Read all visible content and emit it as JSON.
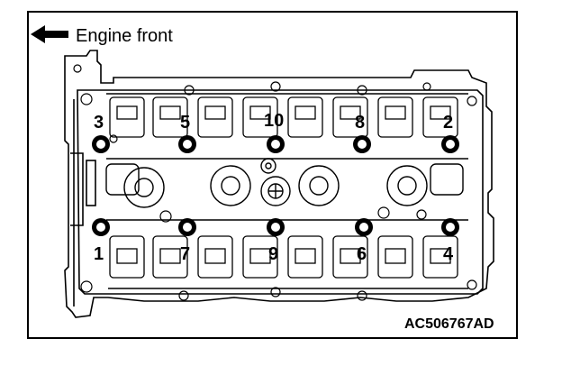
{
  "direction_label": "Engine front",
  "figure_code": "AC506767AD",
  "bolt_numbers": [
    "1",
    "2",
    "3",
    "4",
    "5",
    "6",
    "7",
    "8",
    "9",
    "10"
  ],
  "line_color": "#000000",
  "background_color": "#ffffff"
}
